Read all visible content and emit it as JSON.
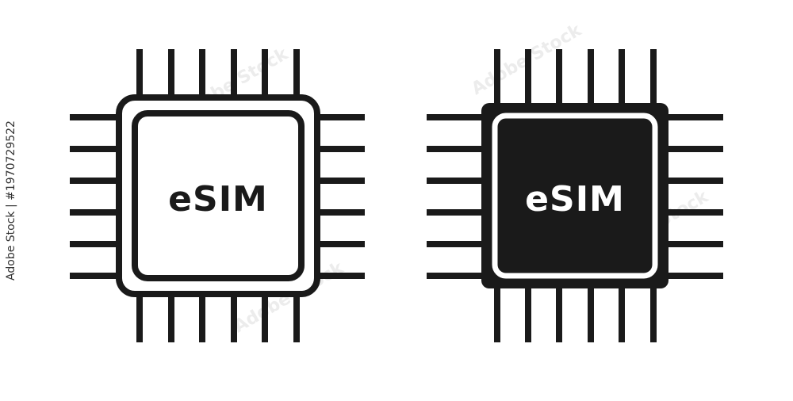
{
  "colors": {
    "background": "#ffffff",
    "ink": "#1a1a1a",
    "watermark": "#e9e9e9"
  },
  "icons": [
    {
      "name": "esim-chip-outline-icon",
      "style": "outline",
      "label": "eSIM"
    },
    {
      "name": "esim-chip-filled-icon",
      "style": "filled",
      "label": "eSIM"
    }
  ],
  "stock": {
    "id_text": "Adobe Stock | #1970729522",
    "watermark_text": "Adobe Stock"
  }
}
